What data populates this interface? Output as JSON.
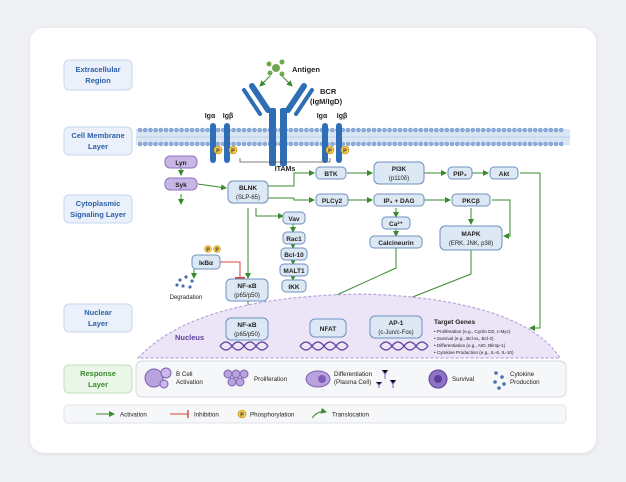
{
  "layers": {
    "extracellular": [
      "Extracellular",
      "Region"
    ],
    "membrane": [
      "Cell Membrane",
      "Layer"
    ],
    "cytoplasmic": [
      "Cytoplasmic",
      "Signaling Layer"
    ],
    "nuclear": [
      "Nuclear",
      "Layer"
    ],
    "response": [
      "Response",
      "Layer"
    ]
  },
  "receptor": {
    "antigen": "Antigen",
    "bcr": [
      "BCR",
      "(IgM/IgD)"
    ],
    "iga_left": "Igα",
    "igb_left": "Igβ",
    "iga_right": "Igα",
    "igb_right": "Igβ",
    "itams": "ITAMs",
    "phospho": "P"
  },
  "nodes": {
    "lyn": "Lyn",
    "syk": "Syk",
    "blnk": [
      "BLNK",
      "(SLP-65)"
    ],
    "btk": "BTK",
    "pi3k": [
      "PI3K",
      "(p110δ)"
    ],
    "pip3": "PIP₃",
    "akt": "Akt",
    "plcg2": "PLCγ2",
    "ip3dag": "IP₃ + DAG",
    "pkcb": "PKCβ",
    "ca": "Ca²⁺",
    "calcineurin": "Calcineurin",
    "mapk": [
      "MAPK",
      "(ERK, JNK, p38)"
    ],
    "vav": "Vav",
    "rac1": "Rac1",
    "bcl10": "Bcl-10",
    "malt1": "MALT1",
    "ikk": "IKK",
    "ikba": "IκBα",
    "degradation": "Degradation",
    "nfkb_cyto": [
      "NF-κB",
      "(p65/p50)"
    ],
    "nfkb_nuc": [
      "NF-κB",
      "(p65/p50)"
    ],
    "nfat": "NFAT",
    "ap1": [
      "AP-1",
      "(c-Jun/c-Fos)"
    ],
    "nucleus": "Nucleus"
  },
  "target_genes": {
    "title": "Target Genes",
    "items": [
      "• Proliferation (e.g., Cyclin D2, c-Myc)",
      "• Survival (e.g., Bcl-xL, Bcl-2)",
      "• Differentiation (e.g., AID, Blimp-1)",
      "• Cytokine Production (e.g., IL-6, IL-10)"
    ]
  },
  "responses": {
    "activation": [
      "B Cell",
      "Activation"
    ],
    "proliferation": "Proliferation",
    "differentiation": [
      "Differentiation",
      "(Plasma Cell)"
    ],
    "survival": "Survival",
    "cytokine": [
      "Cytokine",
      "Production"
    ]
  },
  "legend": {
    "activation": "Activation",
    "inhibition": "Inhibition",
    "phosphorylation": "Phosphorylation",
    "translocation": "Translocation",
    "p_symbol": "P"
  },
  "colors": {
    "layer_text": "#2e5fa8",
    "layer_box": "#eaf1fb",
    "receptor": "#2f6db5",
    "node_fill": "#dde8f5",
    "node_stroke": "#6d8fbf",
    "purple": "#b9a3dc",
    "activation": "#3a8a2e",
    "inhibition": "#d64541",
    "phospho": "#f2c94c",
    "nucleus": "#ece4f7",
    "dna": "#5b3f9a",
    "response_green": "#3a8a2e"
  }
}
